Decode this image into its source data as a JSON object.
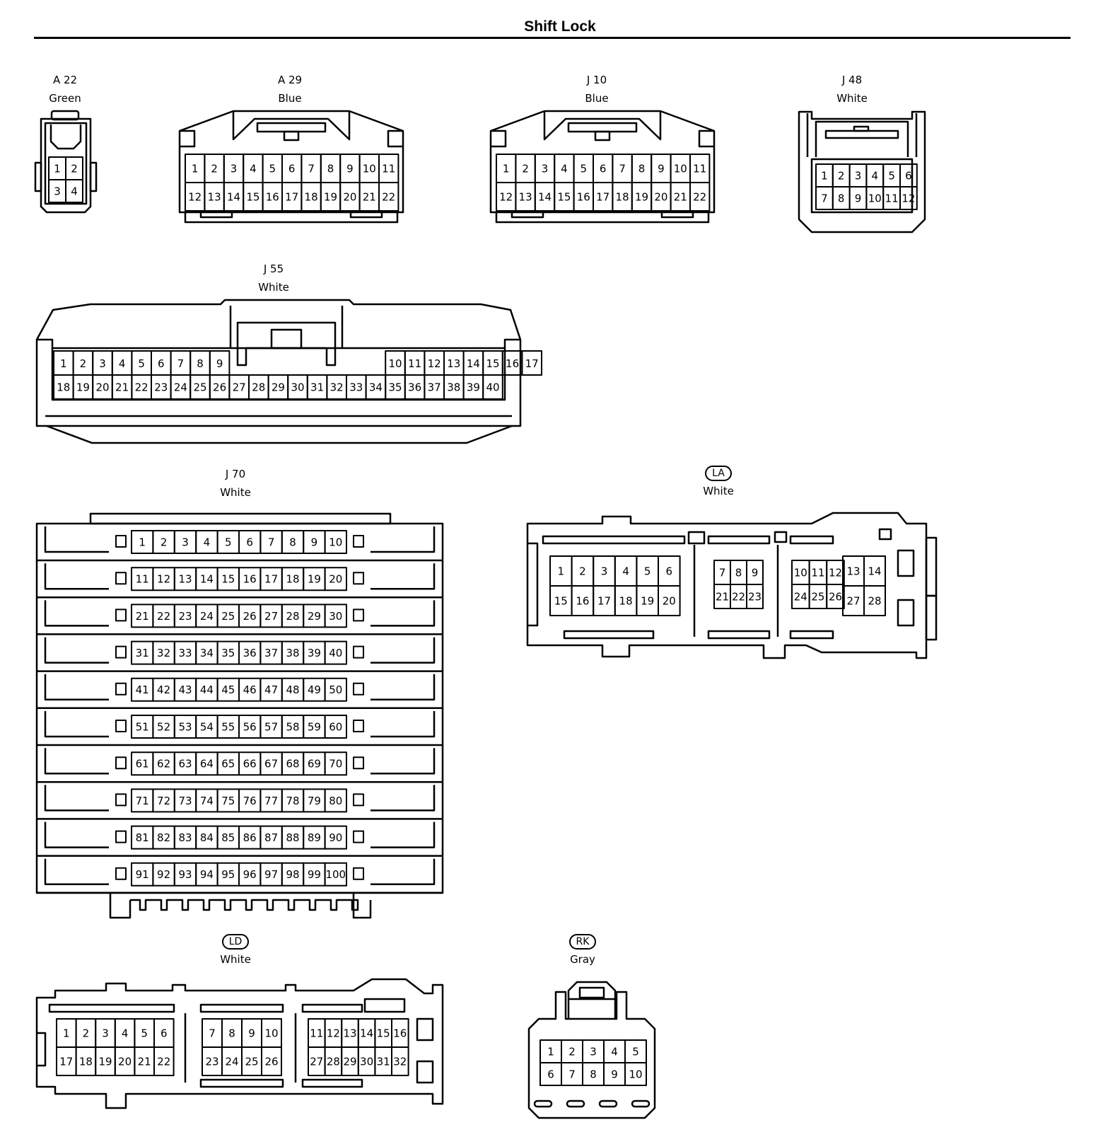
{
  "title": "Shift Lock",
  "connectors": {
    "a22": {
      "code": "A 22",
      "color": "Green"
    },
    "a29": {
      "code": "A 29",
      "color": "Blue"
    },
    "j10": {
      "code": "J 10",
      "color": "Blue"
    },
    "j48": {
      "code": "J 48",
      "color": "White"
    },
    "j55": {
      "code": "J 55",
      "color": "White"
    },
    "j70": {
      "code": "J 70",
      "color": "White"
    },
    "la": {
      "code": "LA",
      "color": "White"
    },
    "ld": {
      "code": "LD",
      "color": "White"
    },
    "rk": {
      "code": "RK",
      "color": "Gray"
    }
  },
  "pins": {
    "a22": [
      [
        "1",
        "2"
      ],
      [
        "3",
        "4"
      ]
    ],
    "a29": [
      [
        "1",
        "2",
        "3",
        "4",
        "5",
        "6",
        "7",
        "8",
        "9",
        "10",
        "11"
      ],
      [
        "12",
        "13",
        "14",
        "15",
        "16",
        "17",
        "18",
        "19",
        "20",
        "21",
        "22"
      ]
    ],
    "j10": [
      [
        "1",
        "2",
        "3",
        "4",
        "5",
        "6",
        "7",
        "8",
        "9",
        "10",
        "11"
      ],
      [
        "12",
        "13",
        "14",
        "15",
        "16",
        "17",
        "18",
        "19",
        "20",
        "21",
        "22"
      ]
    ],
    "j48": [
      [
        "1",
        "2",
        "3",
        "4",
        "5",
        "6"
      ],
      [
        "7",
        "8",
        "9",
        "10",
        "11",
        "12"
      ]
    ],
    "j55": [
      [
        "1",
        "2",
        "3",
        "4",
        "5",
        "6",
        "7",
        "8",
        "9",
        "",
        "",
        "",
        "",
        "",
        "",
        "",
        "",
        "10",
        "11",
        "12",
        "13",
        "14",
        "15",
        "16",
        "17"
      ],
      [
        "18",
        "19",
        "20",
        "21",
        "22",
        "23",
        "24",
        "25",
        "26",
        "27",
        "28",
        "29",
        "30",
        "31",
        "32",
        "33",
        "34",
        "35",
        "36",
        "37",
        "38",
        "39",
        "40"
      ]
    ],
    "j70": [
      [
        "1",
        "2",
        "3",
        "4",
        "5",
        "6",
        "7",
        "8",
        "9",
        "10"
      ],
      [
        "11",
        "12",
        "13",
        "14",
        "15",
        "16",
        "17",
        "18",
        "19",
        "20"
      ],
      [
        "21",
        "22",
        "23",
        "24",
        "25",
        "26",
        "27",
        "28",
        "29",
        "30"
      ],
      [
        "31",
        "32",
        "33",
        "34",
        "35",
        "36",
        "37",
        "38",
        "39",
        "40"
      ],
      [
        "41",
        "42",
        "43",
        "44",
        "45",
        "46",
        "47",
        "48",
        "49",
        "50"
      ],
      [
        "51",
        "52",
        "53",
        "54",
        "55",
        "56",
        "57",
        "58",
        "59",
        "60"
      ],
      [
        "61",
        "62",
        "63",
        "64",
        "65",
        "66",
        "67",
        "68",
        "69",
        "70"
      ],
      [
        "71",
        "72",
        "73",
        "74",
        "75",
        "76",
        "77",
        "78",
        "79",
        "80"
      ],
      [
        "81",
        "82",
        "83",
        "84",
        "85",
        "86",
        "87",
        "88",
        "89",
        "90"
      ],
      [
        "91",
        "92",
        "93",
        "94",
        "95",
        "96",
        "97",
        "98",
        "99",
        "100"
      ]
    ],
    "la": {
      "a": [
        [
          "1",
          "2",
          "3",
          "4",
          "5",
          "6"
        ],
        [
          "15",
          "16",
          "17",
          "18",
          "19",
          "20"
        ]
      ],
      "b": [
        [
          "7",
          "8",
          "9"
        ],
        [
          "21",
          "22",
          "23"
        ]
      ],
      "c": [
        [
          "10",
          "11",
          "12"
        ],
        [
          "24",
          "25",
          "26"
        ]
      ],
      "d": [
        [
          "13",
          "14"
        ],
        [
          "27",
          "28"
        ]
      ]
    },
    "ld": {
      "a": [
        [
          "1",
          "2",
          "3",
          "4",
          "5",
          "6"
        ],
        [
          "17",
          "18",
          "19",
          "20",
          "21",
          "22"
        ]
      ],
      "b": [
        [
          "7",
          "8",
          "9",
          "10"
        ],
        [
          "23",
          "24",
          "25",
          "26"
        ]
      ],
      "c": [
        [
          "11",
          "12",
          "13",
          "14",
          "15",
          "16"
        ],
        [
          "27",
          "28",
          "29",
          "30",
          "31",
          "32"
        ]
      ]
    },
    "rk": [
      [
        "1",
        "2",
        "3",
        "4",
        "5"
      ],
      [
        "6",
        "7",
        "8",
        "9",
        "10"
      ]
    ]
  }
}
